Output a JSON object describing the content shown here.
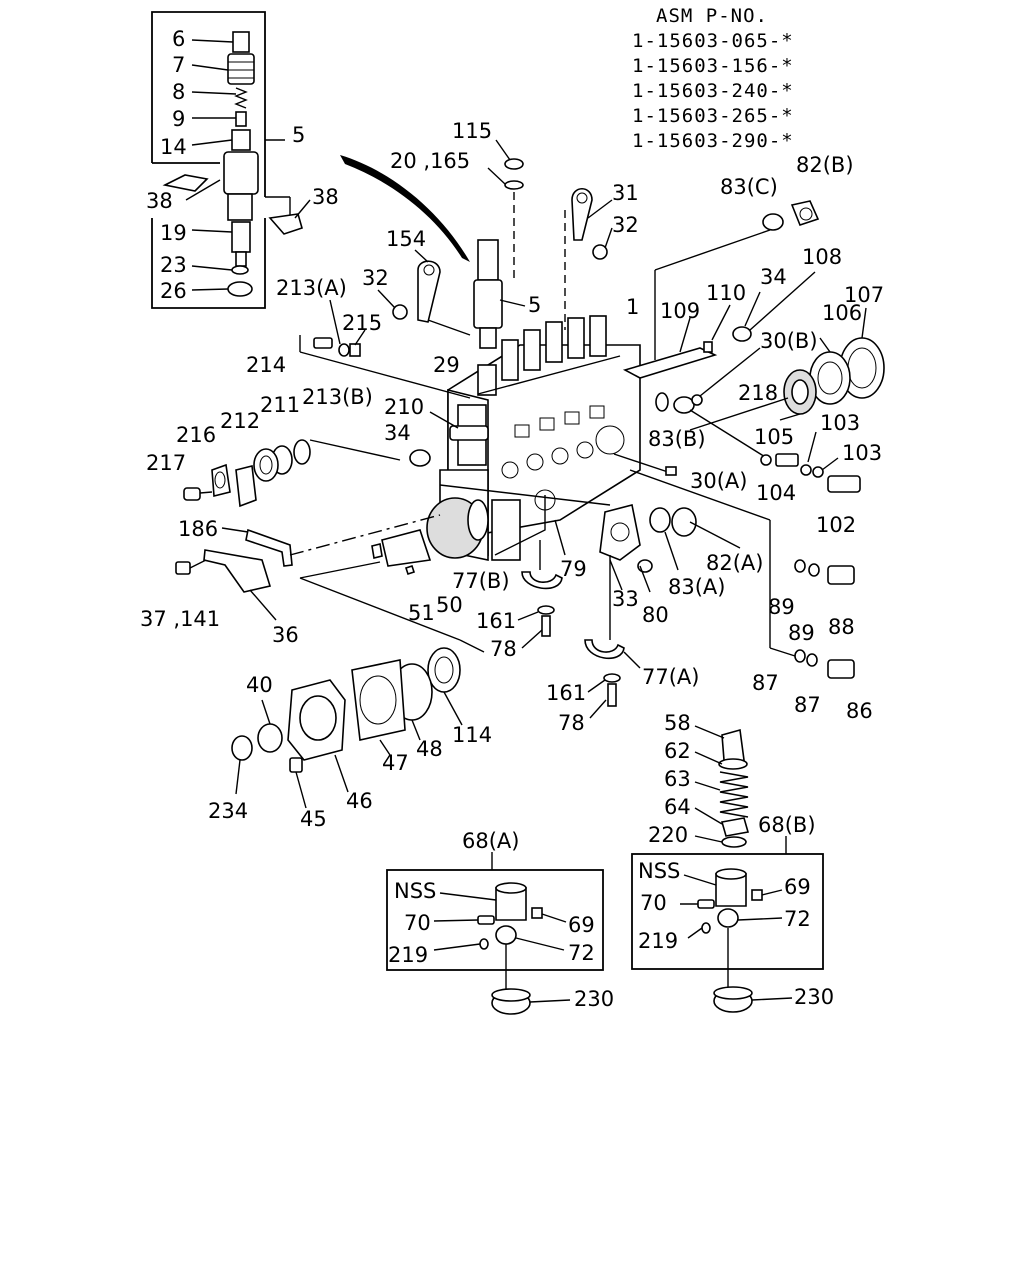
{
  "asm": {
    "header": "ASM P-NO.",
    "numbers": [
      "1-15603-065-*",
      "1-15603-156-*",
      "1-15603-240-*",
      "1-15603-265-*",
      "1-15603-290-*"
    ]
  },
  "labels": {
    "l6": "6",
    "l7": "7",
    "l8": "8",
    "l9": "9",
    "l14": "14",
    "l5a": "5",
    "l38a": "38",
    "l38b": "38",
    "l19": "19",
    "l23": "23",
    "l26": "26",
    "l115": "115",
    "l20_165": "20 ,165",
    "l31": "31",
    "l32a": "32",
    "l83c": "83(C)",
    "l82b": "82(B)",
    "l154": "154",
    "l5b": "5",
    "l1": "1",
    "l109": "109",
    "l110": "110",
    "l34a": "34",
    "l108": "108",
    "l106": "106",
    "l107": "107",
    "l32b": "32",
    "l213a": "213(A)",
    "l215": "215",
    "l214": "214",
    "l29": "29",
    "l30b": "30(B)",
    "l218": "218",
    "l211": "211",
    "l213b": "213(B)",
    "l210": "210",
    "l216": "216",
    "l212": "212",
    "l34b": "34",
    "l83b": "83(B)",
    "l105": "105",
    "l103a": "103",
    "l103b": "103",
    "l217": "217",
    "l30a": "30(A)",
    "l104": "104",
    "l102": "102",
    "l186": "186",
    "l82a": "82(A)",
    "l79": "79",
    "l77b": "77(B)",
    "l83a": "83(A)",
    "l37_141": "37 ,141",
    "l36": "36",
    "l51": "51",
    "l50": "50",
    "l33": "33",
    "l80": "80",
    "l89a": "89",
    "l89b": "89",
    "l88": "88",
    "l161a": "161",
    "l78a": "78",
    "l77a": "77(A)",
    "l40": "40",
    "l114": "114",
    "l161b": "161",
    "l78b": "78",
    "l87a": "87",
    "l87b": "87",
    "l86": "86",
    "l234": "234",
    "l47": "47",
    "l48": "48",
    "l45": "45",
    "l46": "46",
    "l58": "58",
    "l62": "62",
    "l63": "63",
    "l64": "64",
    "l220": "220",
    "l68a": "68(A)",
    "l68b": "68(B)",
    "nssA": "NSS",
    "l70a": "70",
    "l69a": "69",
    "l219a": "219",
    "l72a": "72",
    "nssB": "NSS",
    "l69b": "69",
    "l70b": "70",
    "l72b": "72",
    "l219b": "219",
    "l230a": "230",
    "l230b": "230"
  }
}
